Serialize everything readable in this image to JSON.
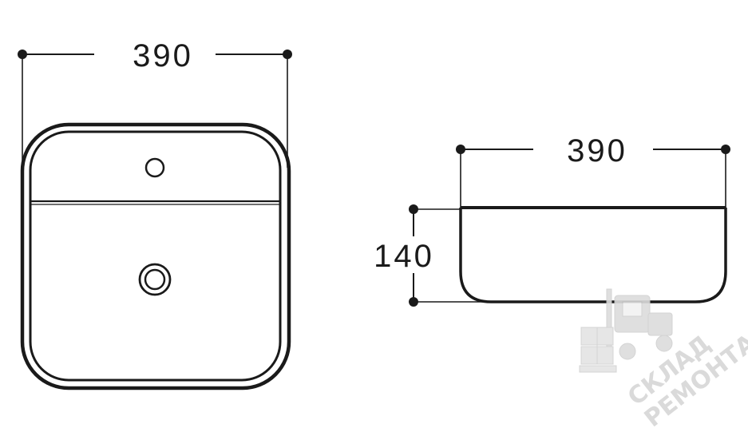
{
  "top_view": {
    "width_label": "390"
  },
  "side_view": {
    "width_label": "390",
    "height_label": "140"
  },
  "watermark": {
    "line1": "СКЛАД",
    "line2": "РЕМОНТА"
  },
  "colors": {
    "line": "#1a1a1a",
    "watermark": "#d6d6d6"
  }
}
